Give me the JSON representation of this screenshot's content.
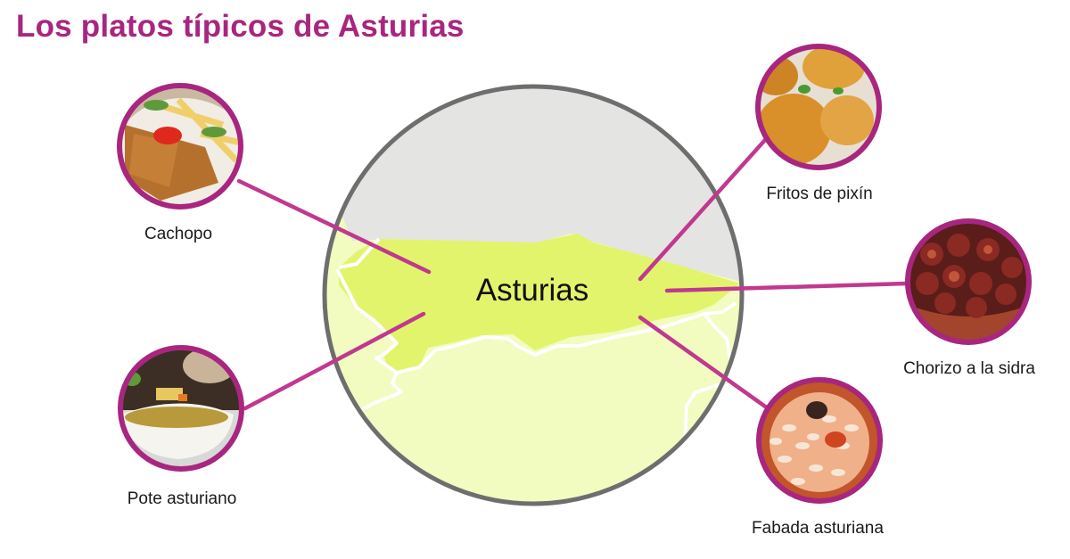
{
  "title": "Los platos típicos de Asturias",
  "center": {
    "label": "Asturias"
  },
  "colors": {
    "title": "#a8267f",
    "connector": "#c0398f",
    "dish_ring": "#a8267f",
    "map_sea": "#e4e4e2",
    "map_asturias": "#e2f46c",
    "map_neighbors": "#f2fbc0",
    "map_border": "#6e6e6e"
  },
  "dishes": [
    {
      "name": "Cachopo",
      "position": "top-left"
    },
    {
      "name": "Pote asturiano",
      "position": "bottom-left"
    },
    {
      "name": "Fritos de pixín",
      "position": "top-right"
    },
    {
      "name": "Chorizo a la sidra",
      "position": "middle-right"
    },
    {
      "name": "Fabada asturiana",
      "position": "bottom-right"
    }
  ]
}
